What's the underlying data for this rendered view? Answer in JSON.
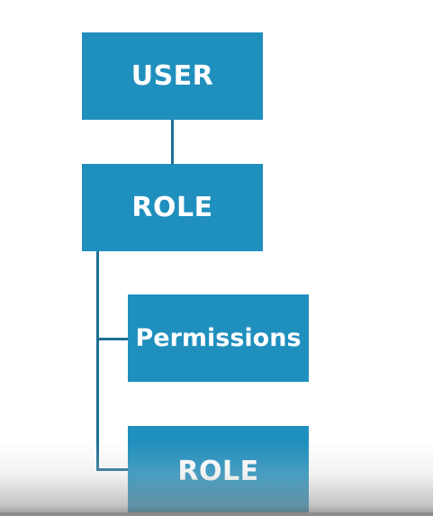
{
  "diagram": {
    "nodes": [
      {
        "id": "user",
        "label": "USER"
      },
      {
        "id": "role",
        "label": "ROLE"
      },
      {
        "id": "permissions",
        "label": "Permissions"
      },
      {
        "id": "role_child",
        "label": "ROLE"
      }
    ],
    "edges": [
      {
        "from": "user",
        "to": "role"
      },
      {
        "from": "role",
        "to": "permissions"
      },
      {
        "from": "role",
        "to": "role_child"
      }
    ]
  },
  "colors": {
    "node_fill": "#1f8fbe",
    "node_text": "#ffffff",
    "connector": "#1f6f94",
    "background": "#ffffff"
  }
}
